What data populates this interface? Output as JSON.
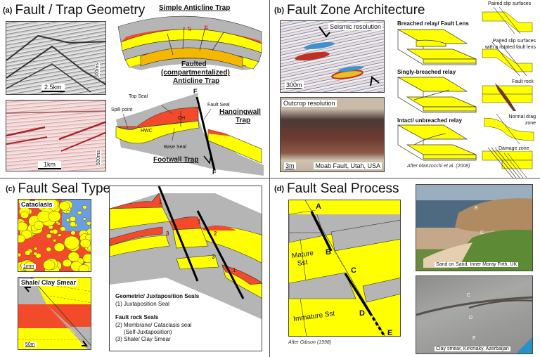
{
  "colors": {
    "yellow": "#ffff00",
    "red": "#f24a2a",
    "grey": "#b5b5b5",
    "orange": "#f5b800",
    "black": "#000000"
  },
  "panel_a": {
    "tag": "(a)",
    "title": "Fault / Trap Geometry",
    "seismic1": {
      "scale_h": "2.5km",
      "scale_v": "500ms"
    },
    "seismic2": {
      "scale_h": "1km",
      "scale_v": "500ms"
    },
    "simple_anticline": "Simple Anticline Trap",
    "faulted_anticline": [
      "Faulted",
      "(compartmentalized)",
      "Anticline Trap"
    ],
    "labels": {
      "top_seal": "Top Seal",
      "spill_point": "Spill point",
      "hwc": "HWC",
      "ch": "CH",
      "base_seal": "Base Seal",
      "fault_seal": "Fault Seal",
      "fault_top": "F",
      "fault_bottom": "F"
    },
    "hangingwall_trap": [
      "Hangingwall",
      "Trap"
    ],
    "footwall_trap": "Footwall Trap"
  },
  "panel_b": {
    "tag": "(b)",
    "title": "Fault Zone Architecture",
    "seismic_label": "Seismic resolution",
    "seismic_scale": "300m",
    "outcrop_label": "Outcrop resolution",
    "outcrop_scale": "3m",
    "outcrop_caption": "Moab Fault, Utah, USA",
    "relays": [
      "Breached relay/ Fault Lens",
      "Singly-breached relay",
      "Intact/ unbreached relay"
    ],
    "citation": "After Manzocchi et al. (2008)",
    "fault_types": [
      {
        "label": "Paired slip surfaces"
      },
      {
        "label": "Paired slip surfaces with a rotated fault lens"
      },
      {
        "label": "Fault rock"
      },
      {
        "label": "Normal drag zone"
      },
      {
        "label": "Damage zone"
      }
    ]
  },
  "panel_c": {
    "tag": "(c)",
    "title": "Fault Seal Type",
    "cataclasis_label": "Cataclasis",
    "cataclasis_scale": "1mm",
    "smear_label": "Shale/ Clay Smear",
    "smear_scale": "50m",
    "seal_numbers": [
      "1",
      "1",
      "1",
      "1",
      "2",
      "3",
      "3"
    ],
    "legend": {
      "geo_heading": "Geometric/ Juxtaposition Seals",
      "geo_1": "(1) Juxtaposition Seal",
      "rock_heading": "Fault rock Seals",
      "rock_2": "(2) Membrane/ Cataclasis seal",
      "rock_2b": "(Self-Juxtaposition)",
      "rock_3": "(3) Shale/ Clay Smear"
    }
  },
  "panel_d": {
    "tag": "(d)",
    "title": "Fault Seal Process",
    "points": [
      "A",
      "B",
      "C",
      "D",
      "E"
    ],
    "mature": [
      "Mature",
      "Sst"
    ],
    "immature": "Immature Sst",
    "citation": "After Gibson (1998)",
    "photo1_caption": "Sand on Sand, Inner Moray Firth, UK",
    "photo1_points": [
      "B",
      "C"
    ],
    "photo2_caption": "Clay smear, Kirkmaky, Azerbaijan",
    "photo2_points": [
      "C",
      "D",
      "E"
    ]
  }
}
